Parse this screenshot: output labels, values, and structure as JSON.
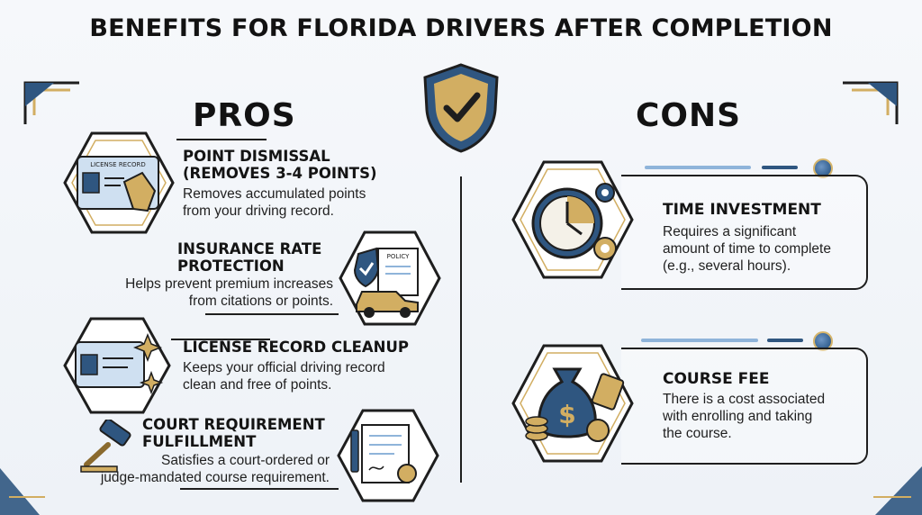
{
  "title": "BENEFITS FOR FLORIDA DRIVERS AFTER COMPLETION",
  "pros_heading": "PROS",
  "cons_heading": "CONS",
  "pros": [
    {
      "title_lines": [
        "POINT DISMISSAL",
        "(REMOVES 3-4 POINTS)"
      ],
      "desc_lines": [
        "Removes accumulated points",
        "from your driving record."
      ],
      "icon_text": "LICENSE RECORD"
    },
    {
      "title_lines": [
        "INSURANCE RATE",
        "PROTECTION"
      ],
      "desc_lines": [
        "Helps prevent premium increases",
        "from citations or points."
      ],
      "icon_text": "POLICY"
    },
    {
      "title_lines": [
        "LICENSE RECORD CLEANUP"
      ],
      "desc_lines": [
        "Keeps your official driving record",
        "clean and free of points."
      ]
    },
    {
      "title_lines": [
        "COURT REQUIREMENT",
        "FULFILLMENT"
      ],
      "desc_lines": [
        "Satisfies a court-ordered or",
        "judge-mandated course requirement."
      ]
    }
  ],
  "cons": [
    {
      "title_lines": [
        "TIME INVESTMENT"
      ],
      "desc_lines": [
        "Requires a significant",
        "amount of time to complete",
        "(e.g., several hours)."
      ]
    },
    {
      "title_lines": [
        "COURSE FEE"
      ],
      "desc_lines": [
        "There is a cost associated",
        "with enrolling and taking",
        "the course."
      ],
      "icon_text": "$"
    }
  ],
  "colors": {
    "navy": "#2f5680",
    "gold": "#d2ae62",
    "light_blue": "#8fb4da",
    "ink": "#1e1e1e"
  }
}
